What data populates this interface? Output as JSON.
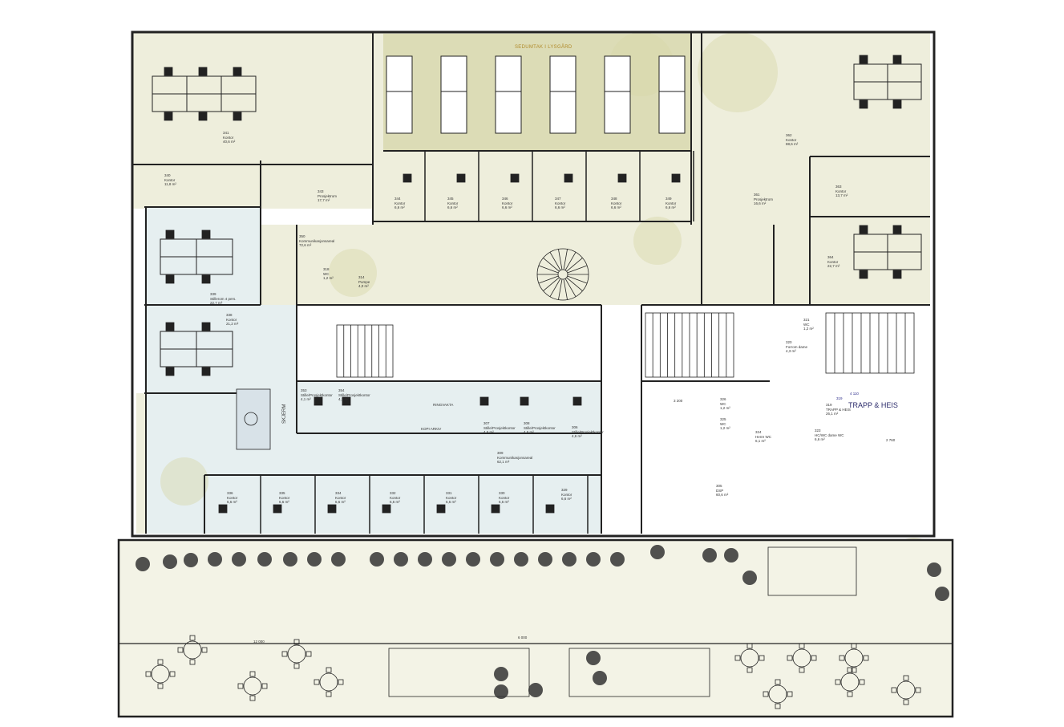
{
  "plan": {
    "colors": {
      "office_zone": "#eeeedc",
      "quiet_zone": "#e6eff0",
      "skylight_zone": "#dcdcb6",
      "terrace": "#f3f3e6",
      "light_spot": "#d8d8a8",
      "wall": "#222222",
      "dimension": "#2a2a8a"
    },
    "courtyard_label": "SEDUMTAK I LYSGÅRD",
    "stair_label": "TRAPP & HEIS",
    "screen_label": "SKJERM",
    "copy_label": "KOPI ARKIV",
    "reception_label": "RINGVAKTA",
    "rooms": [
      {
        "no": "341",
        "name": "Kontor",
        "area": "40,6 m²"
      },
      {
        "no": "340",
        "name": "Kontor",
        "area": "11,8 m²"
      },
      {
        "no": "343",
        "name": "Prosjektrom",
        "area": "17,7 m²"
      },
      {
        "no": "339",
        "name": "Stillerom 4 pers.",
        "area": "22,7 m²"
      },
      {
        "no": "338",
        "name": "Kontor",
        "area": "21,2 m²"
      },
      {
        "no": "344",
        "name": "Kontor",
        "area": "6,6 m²"
      },
      {
        "no": "345",
        "name": "Kontor",
        "area": "6,6 m²"
      },
      {
        "no": "346",
        "name": "Kontor",
        "area": "6,6 m²"
      },
      {
        "no": "347",
        "name": "Kontor",
        "area": "6,6 m²"
      },
      {
        "no": "348",
        "name": "Kontor",
        "area": "6,6 m²"
      },
      {
        "no": "349",
        "name": "Kontor",
        "area": "6,6 m²"
      },
      {
        "no": "350",
        "name": "Kommunikasjonsareal",
        "area": "72,6 m²"
      },
      {
        "no": "362",
        "name": "Kontor",
        "area": "88,6 m²"
      },
      {
        "no": "361",
        "name": "Prosjektrom",
        "area": "16,6 m²"
      },
      {
        "no": "363",
        "name": "Kontor",
        "area": "13,7 m²"
      },
      {
        "no": "364",
        "name": "Kontor",
        "area": "22,7 m²"
      },
      {
        "no": "309",
        "name": "Kommunikasjonsareal",
        "area": "62,1 m²"
      },
      {
        "no": "305",
        "name": "DSP",
        "area": "60,6 m²"
      },
      {
        "no": "319",
        "name": "TRAPP & HEIS",
        "area": "26,1 m²"
      },
      {
        "no": "324",
        "name": "Herre WC",
        "area": "6,1 m²"
      },
      {
        "no": "323",
        "name": "HC/WC dame WC",
        "area": "6,6 m²"
      },
      {
        "no": "318",
        "name": "WC",
        "area": "1,2 m²"
      },
      {
        "no": "314",
        "name": "Pumpe",
        "area": "4,0 m²"
      },
      {
        "no": "321",
        "name": "WC",
        "area": "1,2 m²"
      },
      {
        "no": "320",
        "name": "Forrom dame",
        "area": "4,3 m²"
      },
      {
        "no": "326",
        "name": "WC",
        "area": "1,2 m²"
      },
      {
        "no": "325",
        "name": "WC",
        "area": "1,2 m²"
      },
      {
        "no": "336",
        "name": "Kontor",
        "area": "6,6 m²"
      },
      {
        "no": "335",
        "name": "Kontor",
        "area": "6,6 m²"
      },
      {
        "no": "334",
        "name": "Kontor",
        "area": "6,6 m²"
      },
      {
        "no": "332",
        "name": "Kontor",
        "area": "6,6 m²"
      },
      {
        "no": "331",
        "name": "Kontor",
        "area": "6,6 m²"
      },
      {
        "no": "330",
        "name": "Kontor",
        "area": "6,6 m²"
      },
      {
        "no": "329",
        "name": "Kontor",
        "area": "6,6 m²"
      },
      {
        "no": "353",
        "name": "Stille/Prosjektkontor",
        "area": "4,1 m²"
      },
      {
        "no": "354",
        "name": "Stille/Prosjektkontor",
        "area": "4,1 m²"
      },
      {
        "no": "307",
        "name": "Stille/Prosjektkontor",
        "area": "4,6 m²"
      },
      {
        "no": "308",
        "name": "Stille/Prosjektkontor",
        "area": "4,6 m²"
      },
      {
        "no": "306",
        "name": "Stille/Prosjektkontor",
        "area": "4,6 m²"
      }
    ],
    "dimensions": [
      "4 110",
      "319",
      "2 760",
      "3 200",
      "6 000",
      "12 000"
    ]
  }
}
